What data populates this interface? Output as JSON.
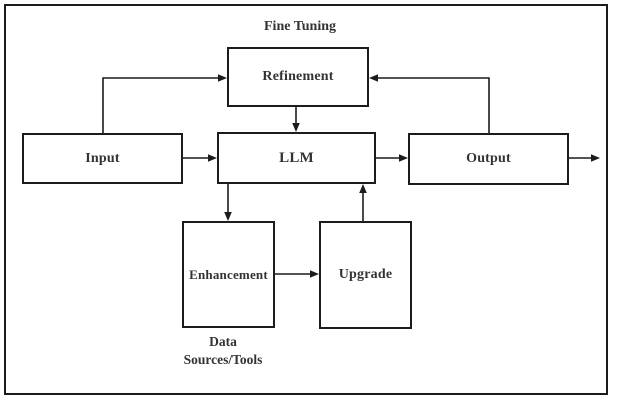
{
  "diagram": {
    "type": "flowchart"
  },
  "annotations": {
    "fine_tuning": "Fine Tuning",
    "data_sources_line1": "Data",
    "data_sources_line2": "Sources/Tools"
  },
  "nodes": {
    "input": {
      "label": "Input"
    },
    "llm": {
      "label": "LLM"
    },
    "output": {
      "label": "Output"
    },
    "refinement": {
      "label": "Refinement"
    },
    "enhancement": {
      "label": "Enhancement"
    },
    "upgrade": {
      "label": "Upgrade"
    }
  },
  "edges": [
    {
      "from": "input",
      "to": "refinement",
      "style": "arrow"
    },
    {
      "from": "output",
      "to": "refinement",
      "style": "arrow"
    },
    {
      "from": "refinement",
      "to": "llm",
      "style": "arrow"
    },
    {
      "from": "input",
      "to": "llm",
      "style": "arrow"
    },
    {
      "from": "llm",
      "to": "output",
      "style": "arrow"
    },
    {
      "from": "output",
      "to": "external-right",
      "style": "arrow"
    },
    {
      "from": "llm",
      "to": "enhancement",
      "style": "arrow"
    },
    {
      "from": "enhancement",
      "to": "upgrade",
      "style": "arrow"
    },
    {
      "from": "upgrade",
      "to": "llm",
      "style": "arrow"
    }
  ],
  "colors": {
    "background": "#ffffff",
    "line": "#1c1c1c",
    "text": "#333333"
  }
}
